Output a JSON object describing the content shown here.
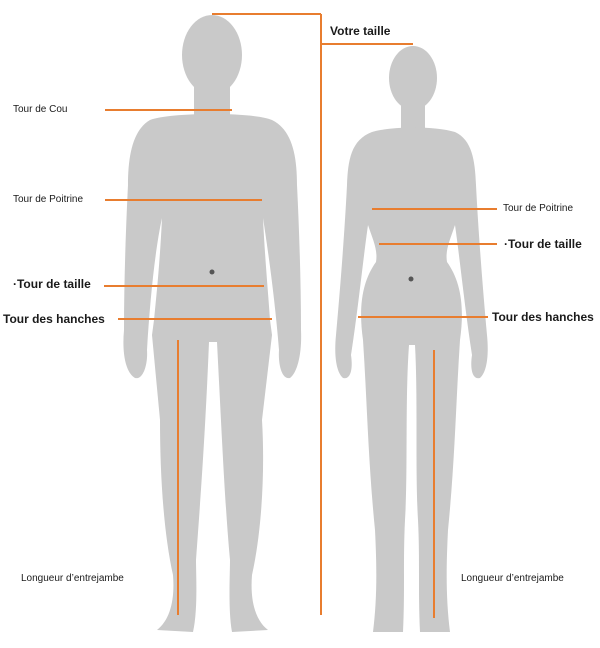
{
  "labels": {
    "height": "Votre taille",
    "man_neck": "Tour de Cou",
    "man_chest": "Tour de Poitrine",
    "man_waist": "·Tour de taille",
    "man_hips": "Tour des hanches",
    "man_inseam": "Longueur d’entrejambe",
    "woman_chest": "Tour de Poitrine",
    "woman_waist": "·Tour de taille",
    "woman_hips": "Tour des hanches",
    "woman_inseam": "Longueur d’entrejambe"
  },
  "colors": {
    "line": "#e87d2f",
    "silhouette": "#c9c9c9",
    "navel": "#555555",
    "text": "#1a1a1a"
  }
}
